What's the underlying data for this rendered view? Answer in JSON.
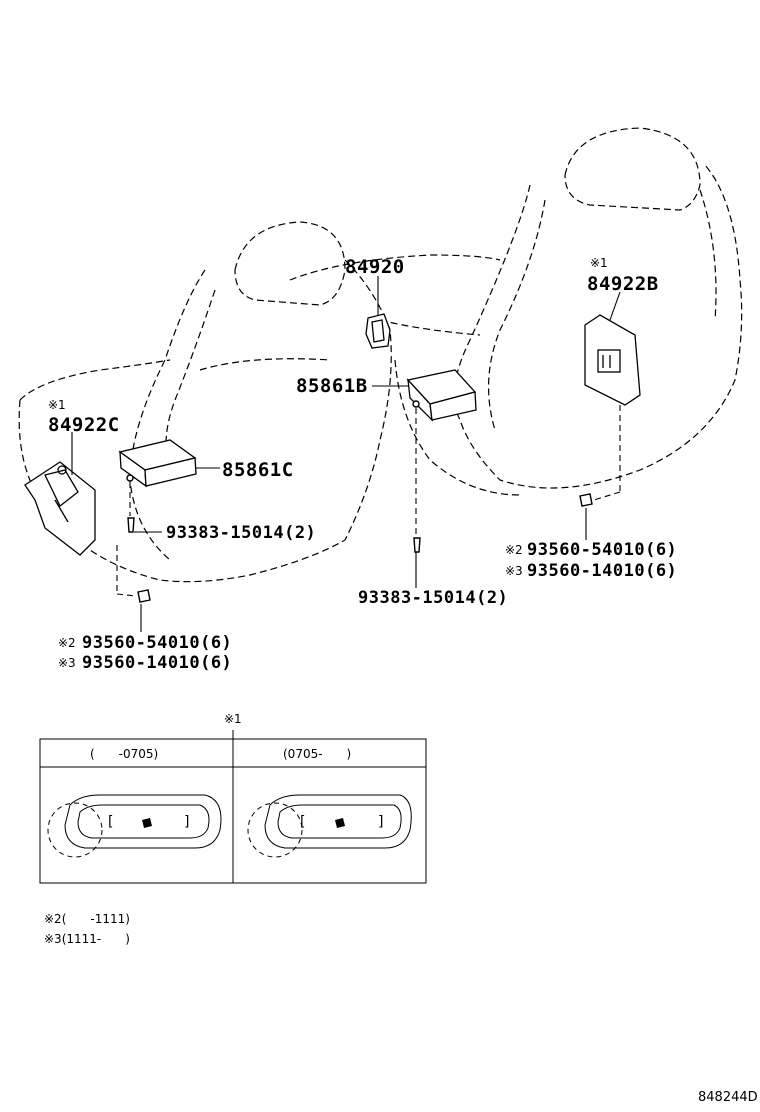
{
  "parts": {
    "p84920": "84920",
    "p84922B": "84922B",
    "p84922C": "84922C",
    "p85861B": "85861B",
    "p85861C": "85861C",
    "screw_left": "93383-15014(2)",
    "screw_right": "93383-15014(2)",
    "bolt_right_a": "93560-54010(6)",
    "bolt_right_b": "93560-14010(6)",
    "bolt_left_a": "93560-54010(6)",
    "bolt_left_b": "93560-14010(6)"
  },
  "notes": {
    "n1": "※1",
    "n2": "※2",
    "n3": "※3"
  },
  "table": {
    "marker": "※1",
    "col1": "(　　-0705)",
    "col2": "(0705-　　)"
  },
  "footnotes": {
    "f2": "※2(　　-1111)",
    "f3": "※3(1111-　　)"
  },
  "figure_id": "848244D"
}
